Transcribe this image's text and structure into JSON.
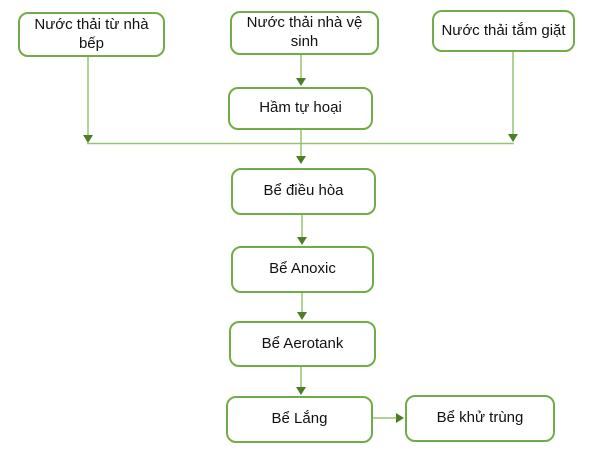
{
  "diagram": {
    "title": "Wastewater treatment process flowchart",
    "language": "vi",
    "nodes": {
      "kitchen": {
        "label": "Nước thải từ nhà\nbếp"
      },
      "toilet": {
        "label": "Nước thải nhà vệ\nsinh"
      },
      "laundry": {
        "label": "Nước thải tắm giặt"
      },
      "septic": {
        "label": "Hầm tự hoại"
      },
      "equalization": {
        "label": "Bể điều hòa"
      },
      "anoxic": {
        "label": "Bể Anoxic"
      },
      "aerotank": {
        "label": "Bể Aerotank"
      },
      "settling": {
        "label": "Bể Lắng"
      },
      "disinfection": {
        "label": "Bể khử trùng"
      }
    },
    "edges": [
      {
        "from": "kitchen",
        "to": "equalization"
      },
      {
        "from": "toilet",
        "to": "septic"
      },
      {
        "from": "laundry",
        "to": "equalization"
      },
      {
        "from": "septic",
        "to": "equalization"
      },
      {
        "from": "equalization",
        "to": "anoxic"
      },
      {
        "from": "anoxic",
        "to": "aerotank"
      },
      {
        "from": "aerotank",
        "to": "settling"
      },
      {
        "from": "settling",
        "to": "disinfection"
      }
    ],
    "colors": {
      "box_border": "#70AD47",
      "line": "#95C36E",
      "arrowhead": "#4E7D28",
      "text": "#111111",
      "background": "#FFFFFF"
    }
  }
}
